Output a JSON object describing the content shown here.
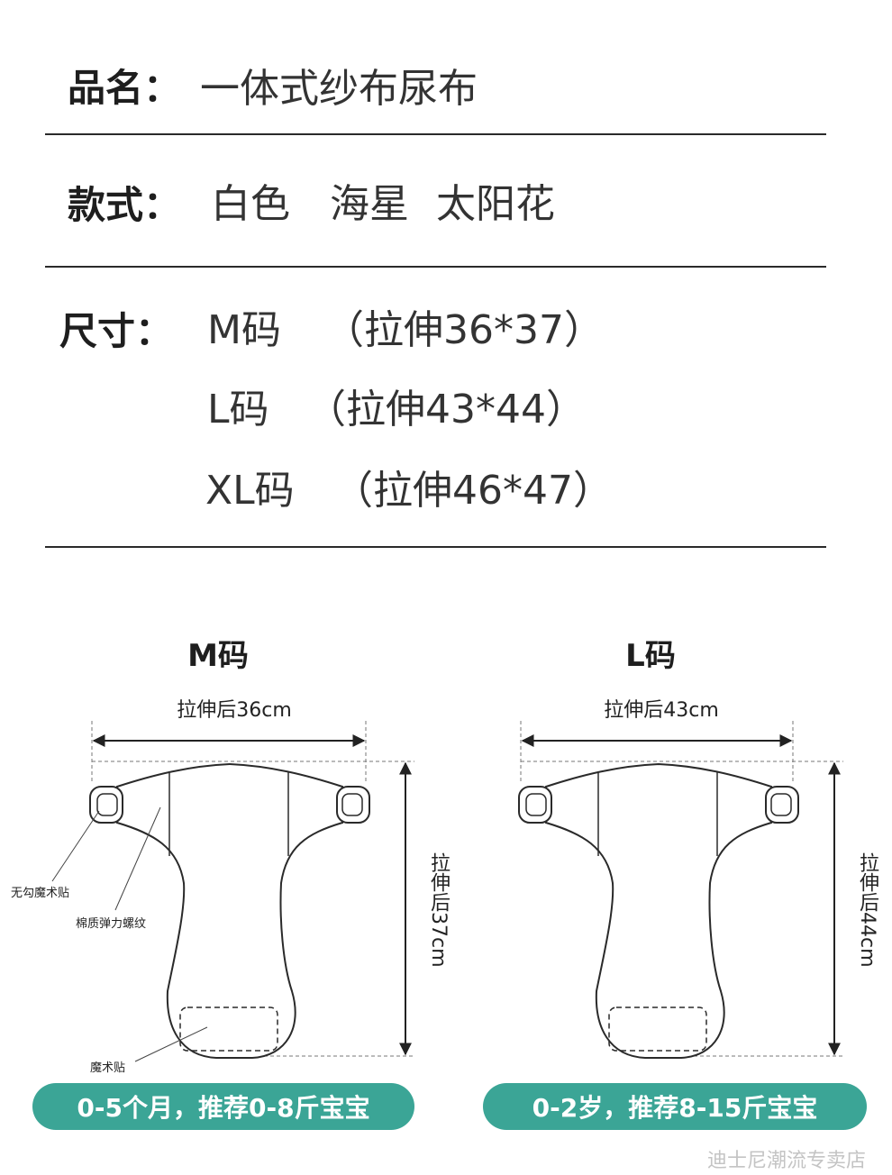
{
  "spec": {
    "name": {
      "label": "品名：",
      "value": "一体式纱布尿布"
    },
    "style": {
      "label": "款式：",
      "values": [
        "白色",
        "海星",
        "太阳花"
      ]
    },
    "size": {
      "label": "尺寸：",
      "lines": [
        {
          "size": "M码",
          "stretch": "（拉伸36*37）"
        },
        {
          "size": "L码",
          "stretch": "（拉伸43*44）"
        },
        {
          "size": "XL码",
          "stretch": "（拉伸46*47）"
        }
      ]
    }
  },
  "panels": [
    {
      "title": "M码",
      "width_label": "拉伸后36cm",
      "height_label": "拉伸后37cm",
      "age_badge": "0-5个月，推荐0-8斤宝宝",
      "callouts": [
        "无勾魔术贴",
        "棉质弹力螺纹",
        "魔术贴"
      ]
    },
    {
      "title": "L码",
      "width_label": "拉伸后43cm",
      "height_label": "拉伸后44cm",
      "age_badge": "0-2岁，推荐8-15斤宝宝"
    }
  ],
  "watermark": "迪士尼潮流专卖店",
  "colors": {
    "accent": "#3ba596",
    "text": "#222222",
    "line": "#2a2a2a"
  }
}
